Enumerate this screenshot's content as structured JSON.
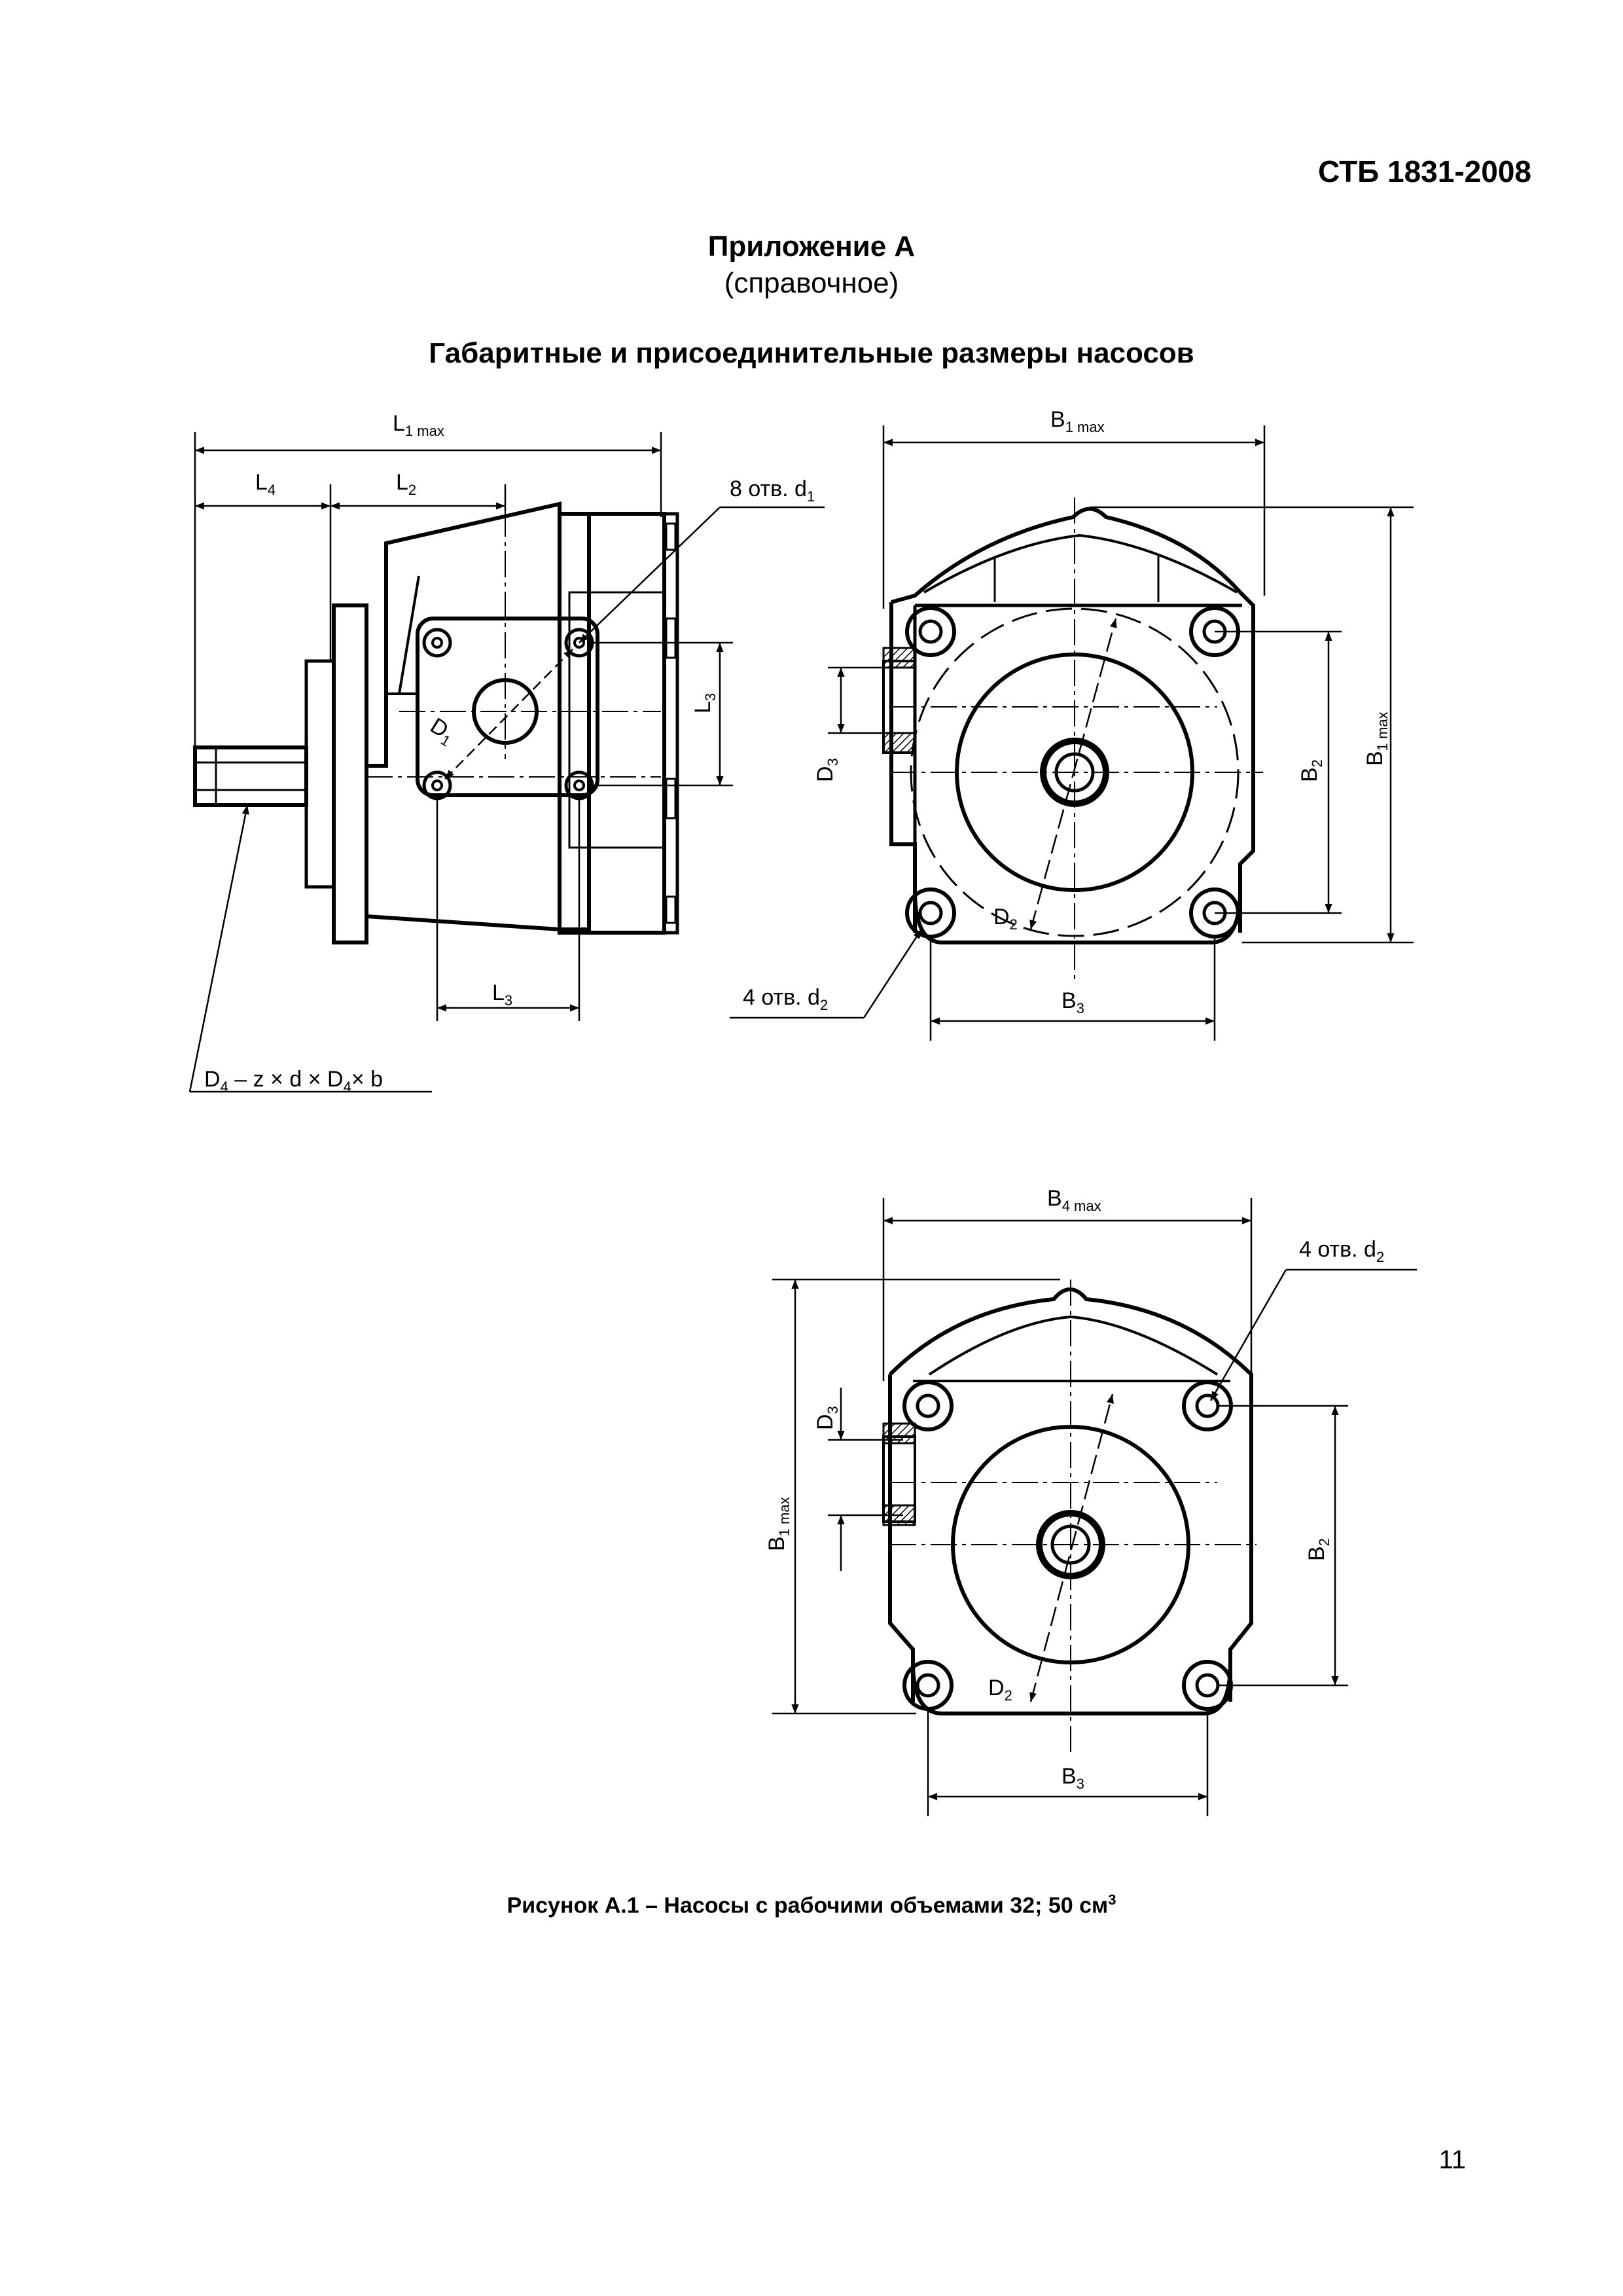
{
  "header": {
    "doc_code": "СТБ 1831-2008"
  },
  "appendix": {
    "title": "Приложение А",
    "subtitle": "(справочное)",
    "section_title": "Габаритные и присоединительные размеры насосов"
  },
  "drawing": {
    "side_view": {
      "dims": {
        "L1": {
          "main": "L",
          "sub": "1 max"
        },
        "L4": {
          "main": "L",
          "sub": "4"
        },
        "L2": {
          "main": "L",
          "sub": "2"
        },
        "L3_vertical": {
          "main": "L",
          "sub": "3"
        },
        "L3_horizontal": {
          "main": "L",
          "sub": "3"
        },
        "D1": {
          "main": "D",
          "sub": "1"
        }
      },
      "holes_note": {
        "text": "8 отв. d",
        "sub": "1"
      },
      "spline_note": {
        "p1": "D",
        "s1": "4",
        "p2": " – z × d × D",
        "s2": "4",
        "p3": "× b"
      }
    },
    "front_view_1": {
      "dims": {
        "B1_top": {
          "main": "B",
          "sub": "1 max"
        },
        "B1_side": {
          "main": "B",
          "sub": "1 max"
        },
        "B2": {
          "main": "B",
          "sub": "2"
        },
        "B3": {
          "main": "B",
          "sub": "3"
        },
        "D2": {
          "main": "D",
          "sub": "2"
        },
        "D3": {
          "main": "D",
          "sub": "3"
        }
      },
      "holes_note": {
        "text": "4 отв. d",
        "sub": "2"
      }
    },
    "front_view_2": {
      "dims": {
        "B4": {
          "main": "B",
          "sub": "4 max"
        },
        "B1_side": {
          "main": "B",
          "sub": "1 max"
        },
        "B2": {
          "main": "B",
          "sub": "2"
        },
        "B3": {
          "main": "B",
          "sub": "3"
        },
        "D2": {
          "main": "D",
          "sub": "2"
        },
        "D3": {
          "main": "D",
          "sub": "3"
        }
      },
      "holes_note": {
        "text": "4 отв. d",
        "sub": "2"
      }
    }
  },
  "figure_caption": {
    "text": "Рисунок А.1 – Насосы с рабочими объемами 32; 50 см",
    "sup": "3"
  },
  "page_number": "11"
}
